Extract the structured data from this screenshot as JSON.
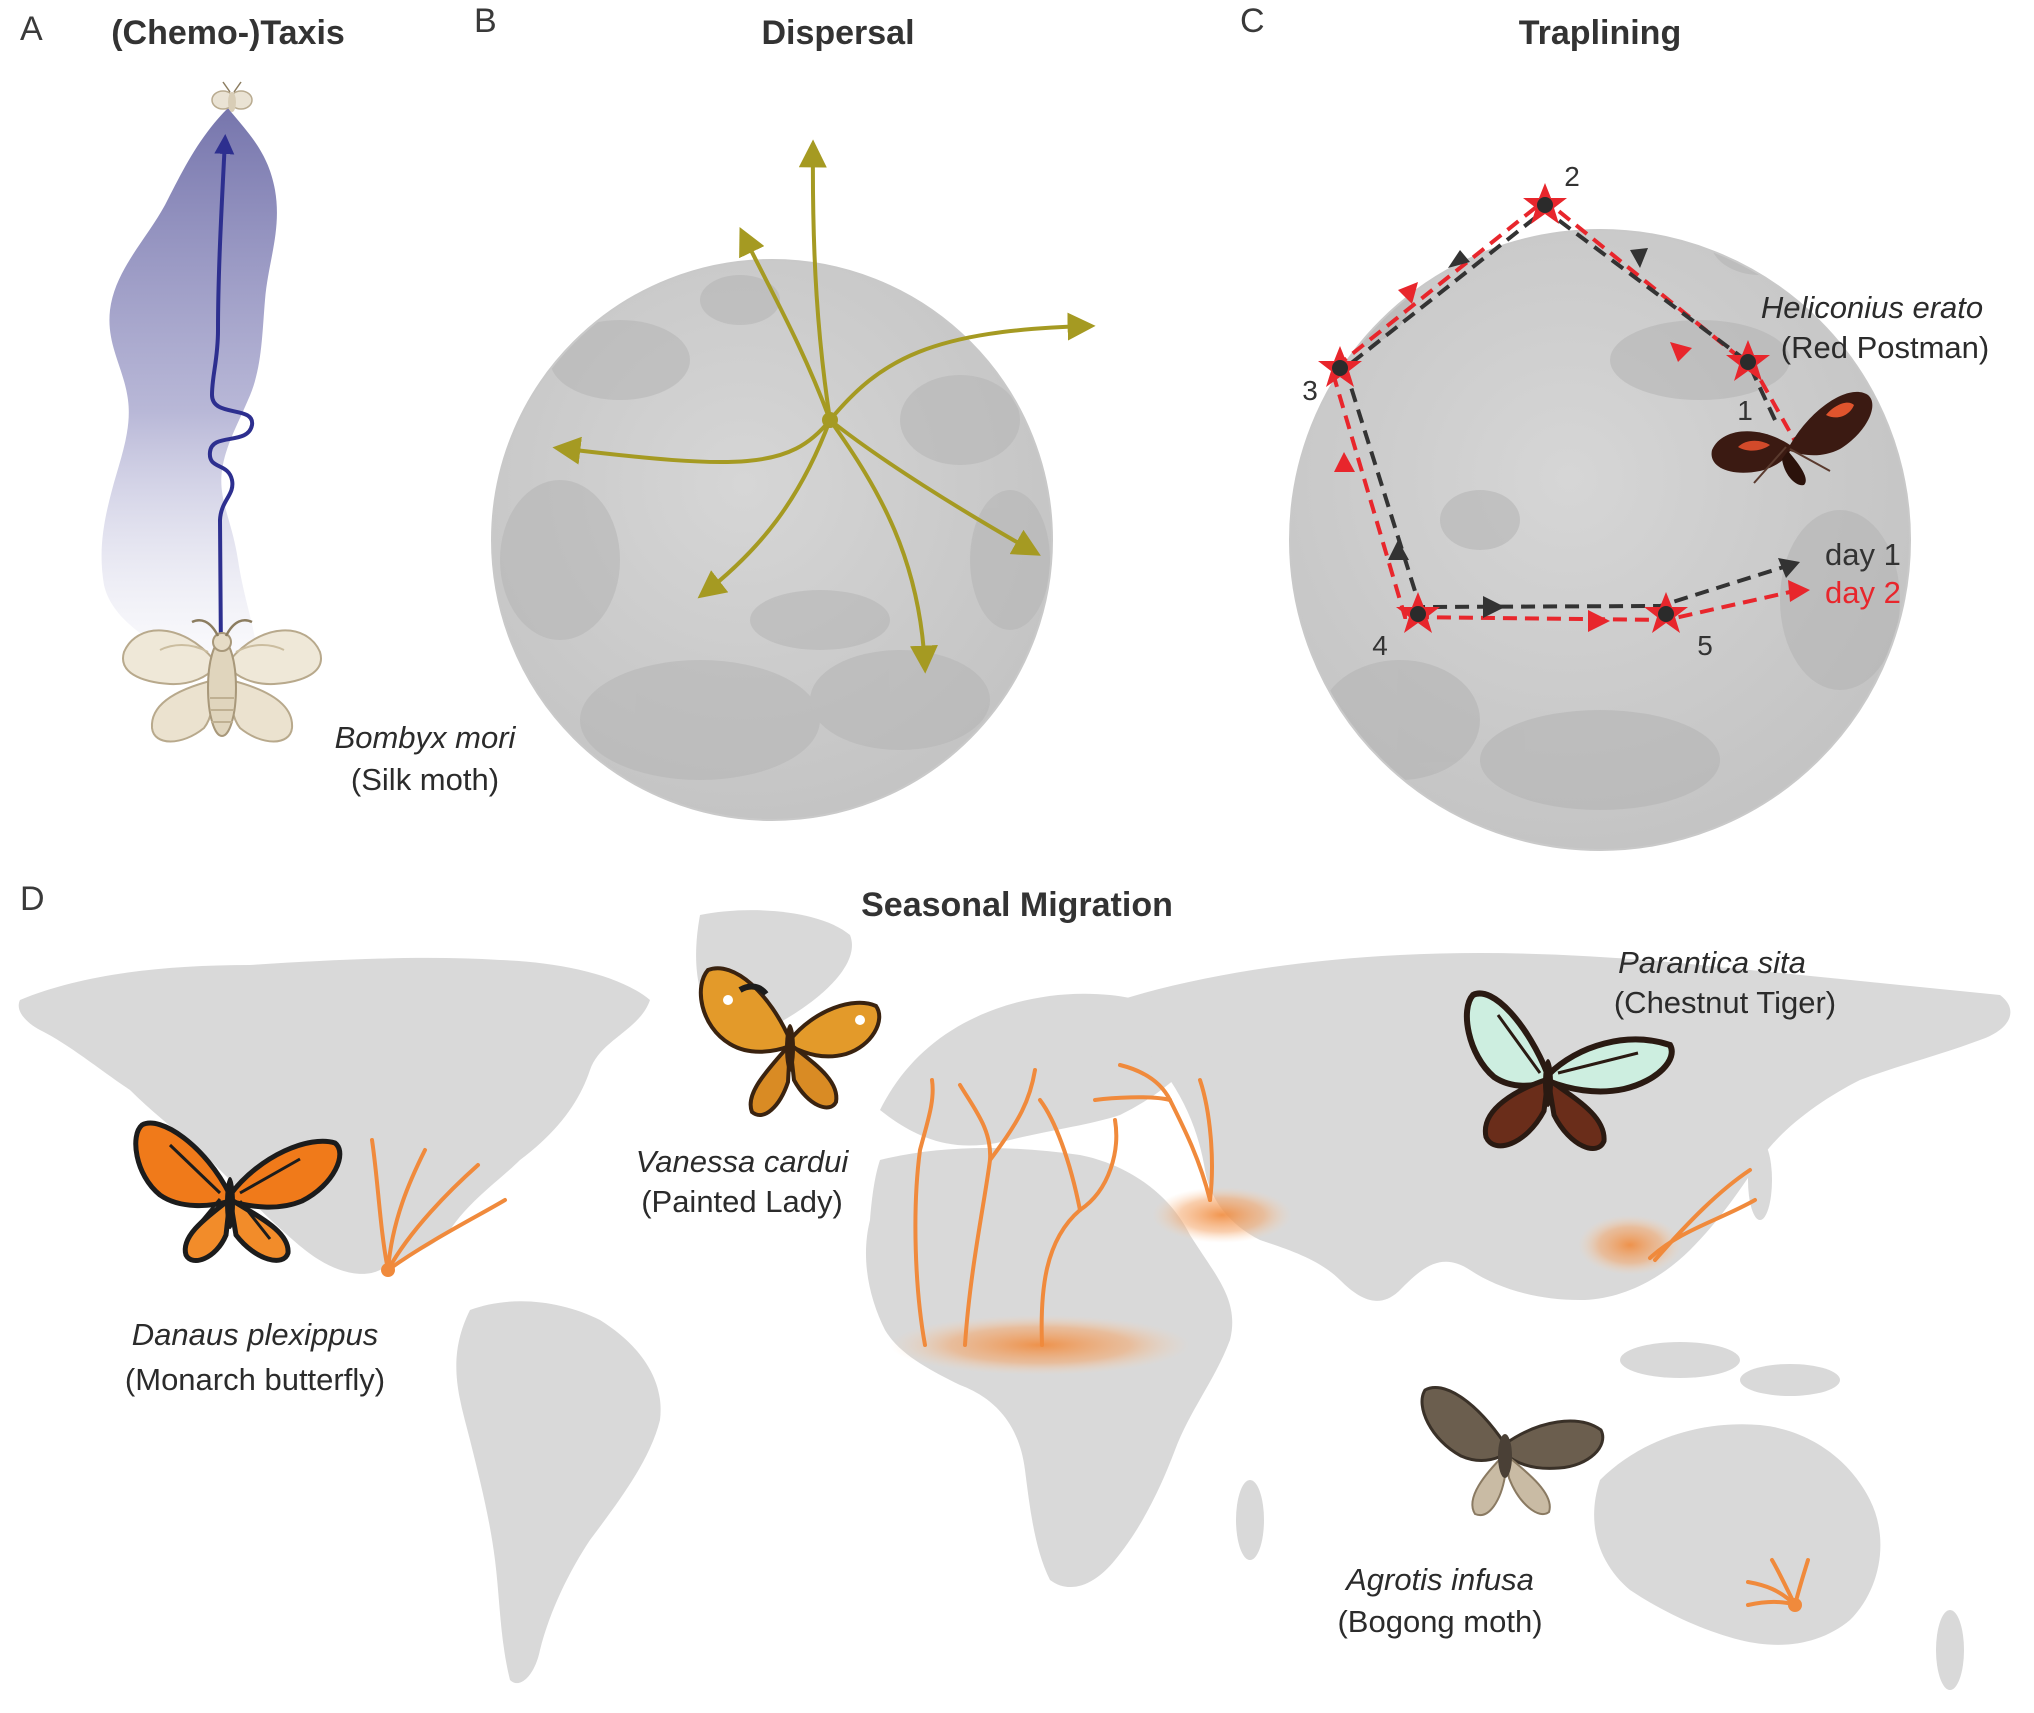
{
  "panels": {
    "a": {
      "letter": "A",
      "title": "(Chemo-)Taxis",
      "species_latin": "Bombyx mori",
      "species_common": "(Silk moth)"
    },
    "b": {
      "letter": "B",
      "title": "Dispersal"
    },
    "c": {
      "letter": "C",
      "title": "Traplining",
      "species_latin": "Heliconius erato",
      "species_common": "(Red Postman)",
      "stops": [
        "1",
        "2",
        "3",
        "4",
        "5"
      ],
      "legend": [
        {
          "label": "day 1",
          "color": "#333333"
        },
        {
          "label": "day 2",
          "color": "#e8262c"
        }
      ]
    },
    "d": {
      "letter": "D",
      "title": "Seasonal Migration",
      "species": [
        {
          "latin": "Danaus plexippus",
          "common": "(Monarch butterfly)"
        },
        {
          "latin": "Vanessa cardui",
          "common": "(Painted Lady)"
        },
        {
          "latin": "Parantica sita",
          "common": "(Chestnut Tiger)"
        },
        {
          "latin": "Agrotis infusa",
          "common": "(Bogong moth)"
        }
      ]
    }
  },
  "colors": {
    "plume": "#6f6ea8",
    "taxis_path": "#2d2f8f",
    "dispersal": "#a59a22",
    "day1": "#333333",
    "day2": "#e8262c",
    "migration": "#f08a3c",
    "land": "#d9d9d9"
  }
}
